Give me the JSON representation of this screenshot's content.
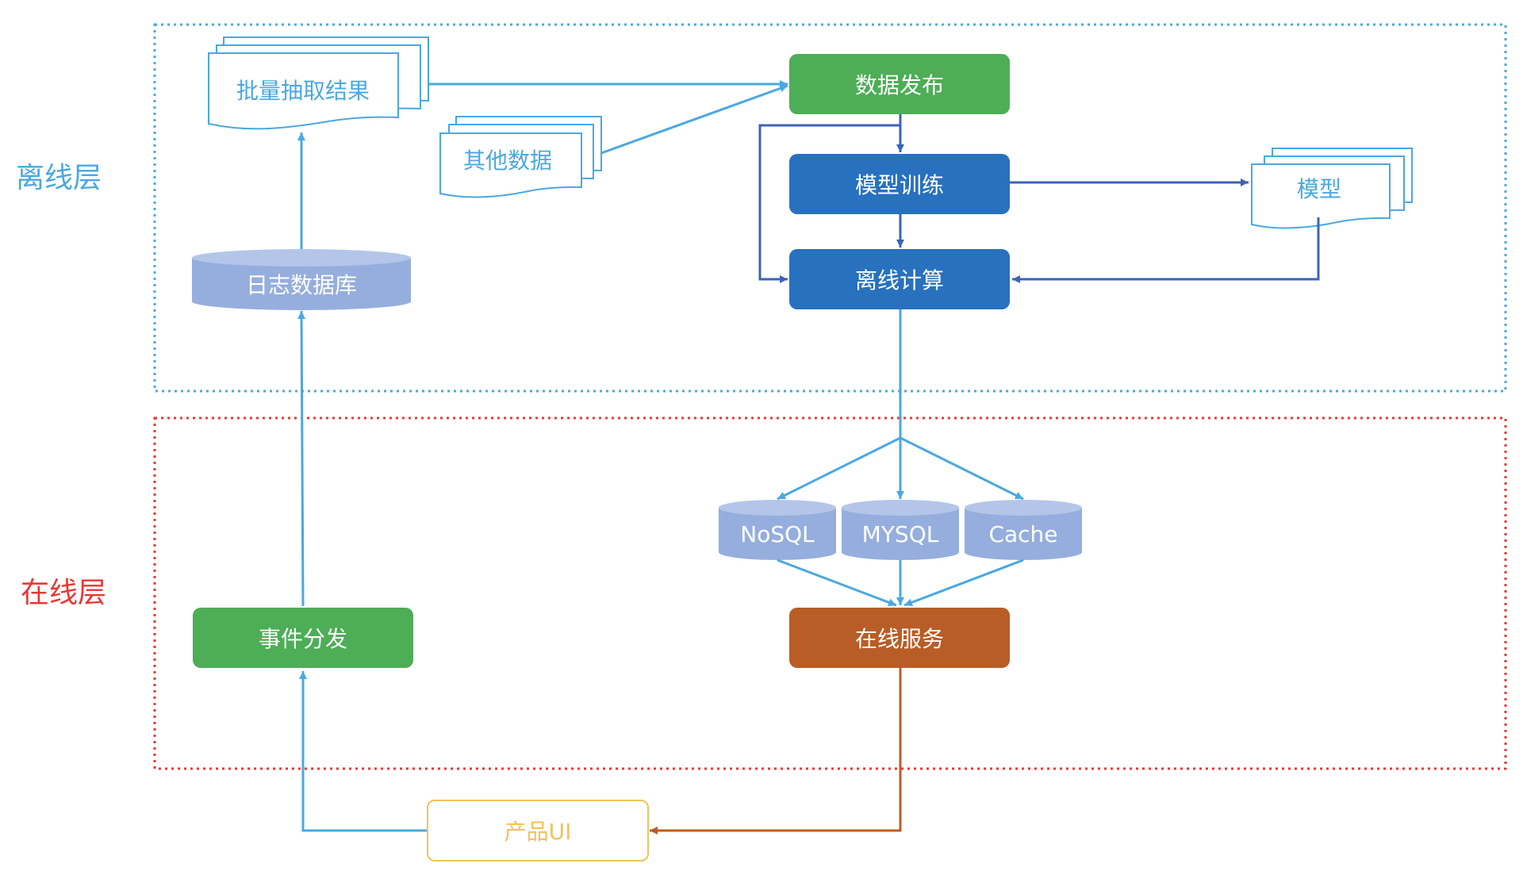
{
  "layers": {
    "offline": {
      "label": "离线层",
      "color": "#4aa8e0"
    },
    "online": {
      "label": "在线层",
      "color": "#e53935"
    }
  },
  "nodes": {
    "batch_result": "批量抽取结果",
    "other_data": "其他数据",
    "data_publish": "数据发布",
    "model_training": "模型训练",
    "model": "模型",
    "log_db": "日志数据库",
    "offline_compute": "离线计算",
    "nosql": "NoSQL",
    "mysql": "MYSQL",
    "cache": "Cache",
    "event_dispatch": "事件分发",
    "online_service": "在线服务",
    "product_ui": "产品UI"
  },
  "colors": {
    "green": "#4ead57",
    "blue": "#2871bf",
    "orange": "#b95d26",
    "yellow": "#f3c15b",
    "light_blue": "#4aa8e0",
    "db": "#95aedd",
    "dark_arrow": "#3b64b4"
  }
}
